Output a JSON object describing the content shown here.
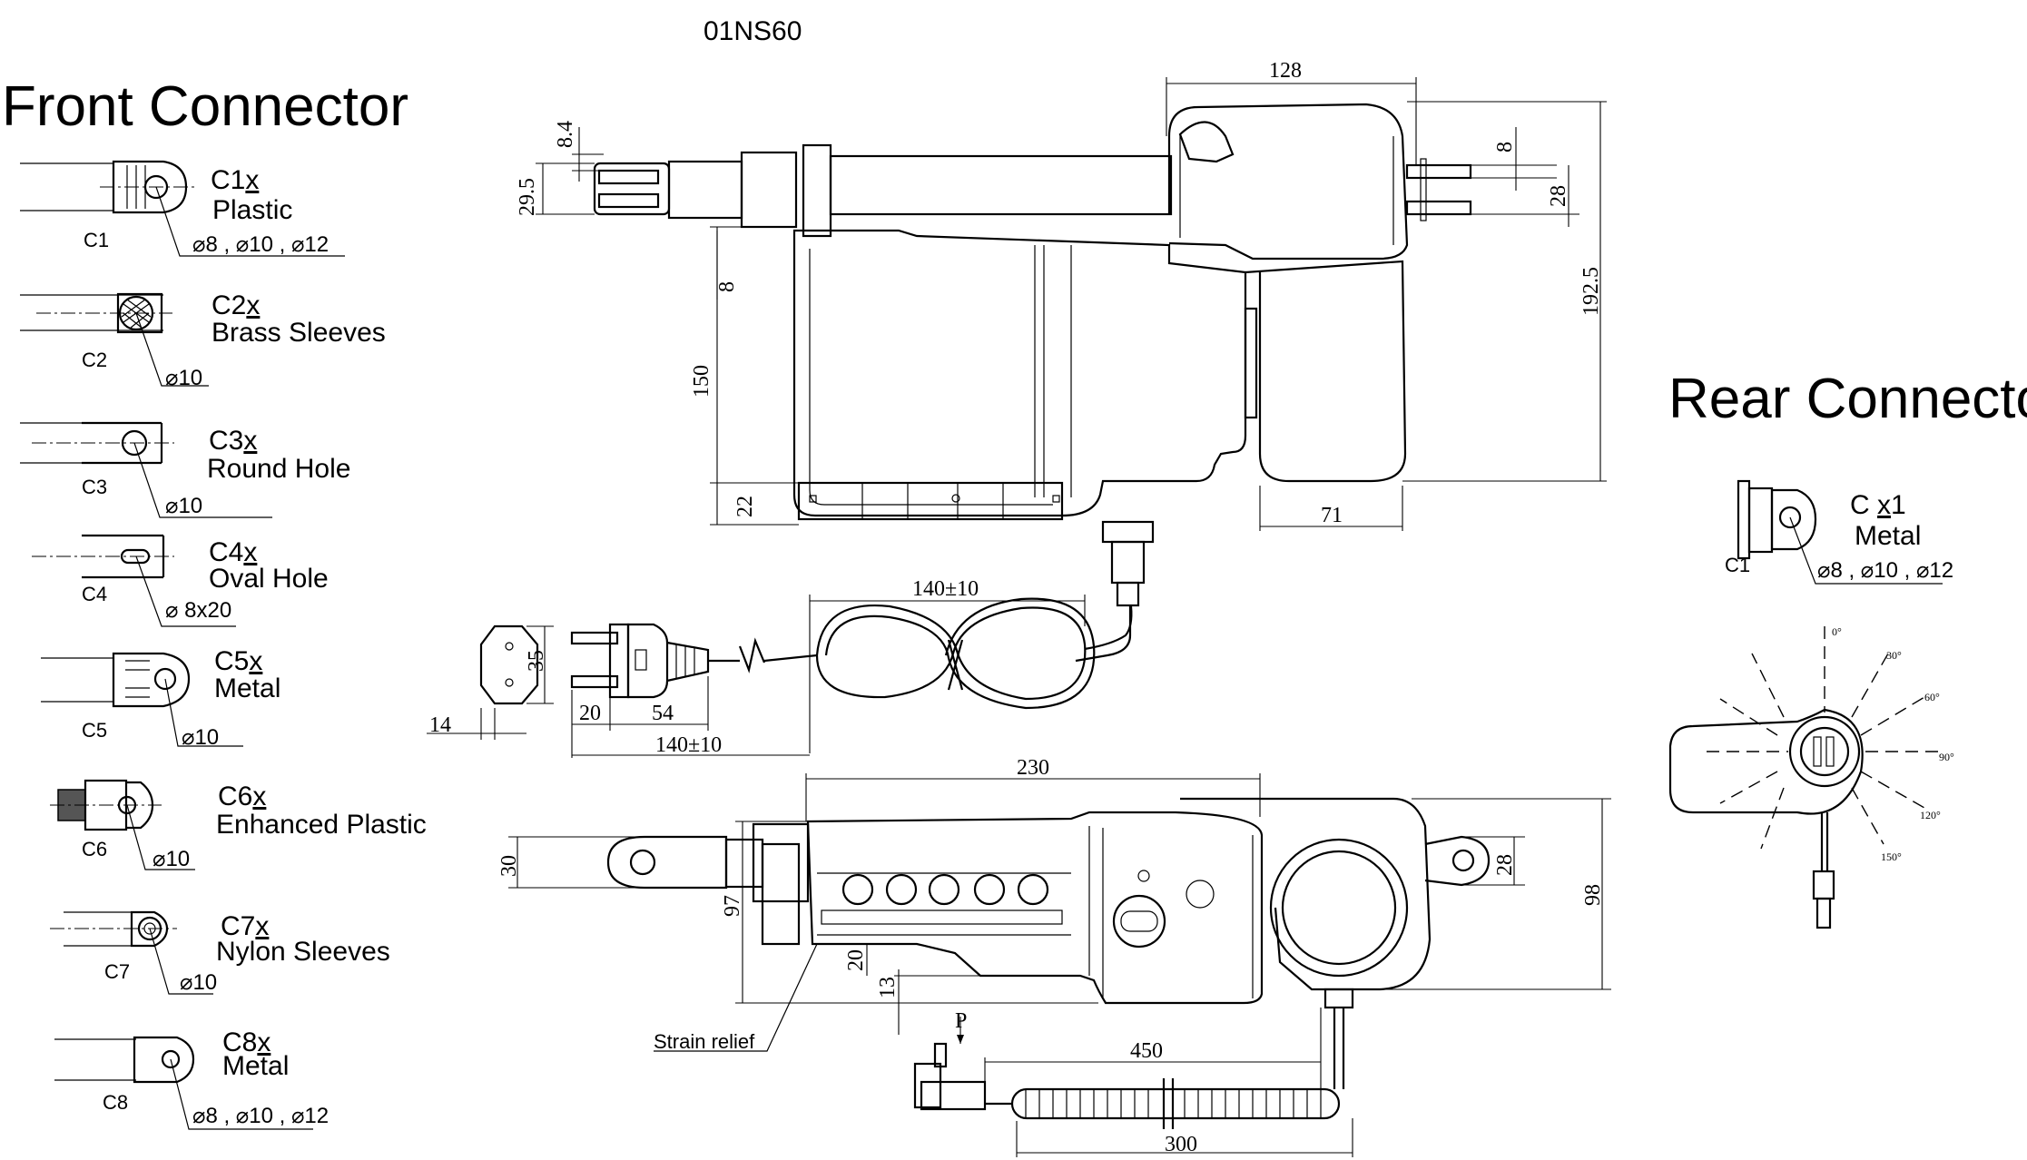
{
  "model": "01NS60",
  "front_connector": {
    "title": "Front Connector",
    "items": [
      {
        "code": "C1",
        "x": "x",
        "desc": "Plastic",
        "hole": "⌀8 , ⌀10 , ⌀12",
        "id": "C1"
      },
      {
        "code": "C2",
        "x": "x",
        "desc": "Brass Sleeves",
        "hole": "⌀10",
        "id": "C2"
      },
      {
        "code": "C3",
        "x": "x",
        "desc": "Round Hole",
        "hole": "⌀10",
        "id": "C3"
      },
      {
        "code": "C4",
        "x": "x",
        "desc": "Oval Hole",
        "hole": "⌀ 8x20",
        "id": "C4"
      },
      {
        "code": "C5",
        "x": "x",
        "desc": "Metal",
        "hole": "⌀10",
        "id": "C5"
      },
      {
        "code": "C6",
        "x": "x",
        "desc": "Enhanced Plastic",
        "hole": "⌀10",
        "id": "C6"
      },
      {
        "code": "C7",
        "x": "x",
        "desc": "Nylon Sleeves",
        "hole": "⌀10",
        "id": "C7"
      },
      {
        "code": "C8",
        "x": "x",
        "desc": "Metal",
        "hole": "⌀8 , ⌀10 , ⌀12",
        "id": "C8"
      }
    ]
  },
  "rear_connector": {
    "title": "Rear Connector",
    "code": "C ",
    "x": "x",
    "suffix": "1",
    "desc": "Metal",
    "hole": "⌀8 , ⌀10 , ⌀12",
    "id": "C1",
    "angles": [
      "0°",
      "30°",
      "60°",
      "90°",
      "120°",
      "150°"
    ]
  },
  "dimensions": {
    "top_view": {
      "width_top": "128",
      "rod_height": "8.4",
      "rod_width": "29.5",
      "rear_slot": "8",
      "rear_width": "28",
      "total_height": "192.5",
      "offset": "8",
      "body_height": "150",
      "base": "22",
      "motor_width": "71"
    },
    "plug": {
      "cable_length": "140±10",
      "plug_height": "35",
      "plate_width": "14",
      "pin_width": "20",
      "plug_length": "54",
      "total": "140±10"
    },
    "bottom_view": {
      "length": "230",
      "rod_dia": "30",
      "body_height": "97",
      "rear_dia": "28",
      "total_height": "98",
      "gap": "20",
      "offset": "13",
      "strain_relief": "Strain relief",
      "pin_label": "P",
      "cable_straight": "450",
      "cable_coiled": "300"
    }
  }
}
